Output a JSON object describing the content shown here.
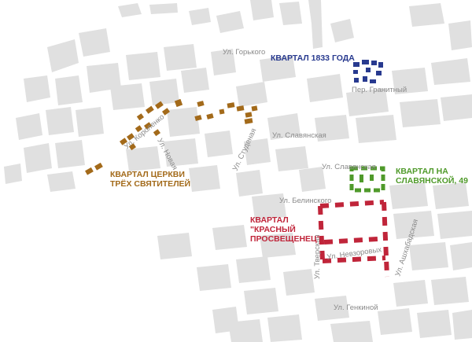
{
  "colors": {
    "background": "#ffffff",
    "building": "#e0e0e0",
    "street_label": "#8a8a8a",
    "quarter_1833": "#283a8f",
    "quarter_church": "#a36a1a",
    "quarter_slavyanskaya": "#4f9a2a",
    "quarter_krasny": "#c0253a"
  },
  "streets": {
    "gorkogo": "Ул. Горького",
    "granitny": "Пер. Гранитный",
    "korolenko": "Ул. Короленко",
    "novaya": "Ул. Новая",
    "studenaya": "Ул. Студеная",
    "slavyanskaya_main": "Ул. Славянская",
    "slavyanskaya_east": "Ул. Славянская",
    "belinskogo": "Ул. Белинского",
    "tverskaya": "Ул. Тверская",
    "nevzorovykh": "Ул. Невзоровых",
    "ashkhabadskaya": "Ул. Ашхабадская",
    "genkinoy": "Ул. Генкиной"
  },
  "quarters": {
    "q1833": {
      "line1": "КВАРТАЛ 1833 ГОДА"
    },
    "church": {
      "line1": "КВАРТАЛ ЦЕРКВИ",
      "line2": "ТРЁХ СВЯТИТЕЛЕЙ"
    },
    "slav49": {
      "line1": "КВАРТАЛ НА",
      "line2": "СЛАВЯНСКОЙ, 49"
    },
    "krasny": {
      "line1": "КВАРТАЛ",
      "line2": "\"КРАСНЫЙ",
      "line3": "ПРОСВЕЩЕНЕЦ\""
    }
  }
}
